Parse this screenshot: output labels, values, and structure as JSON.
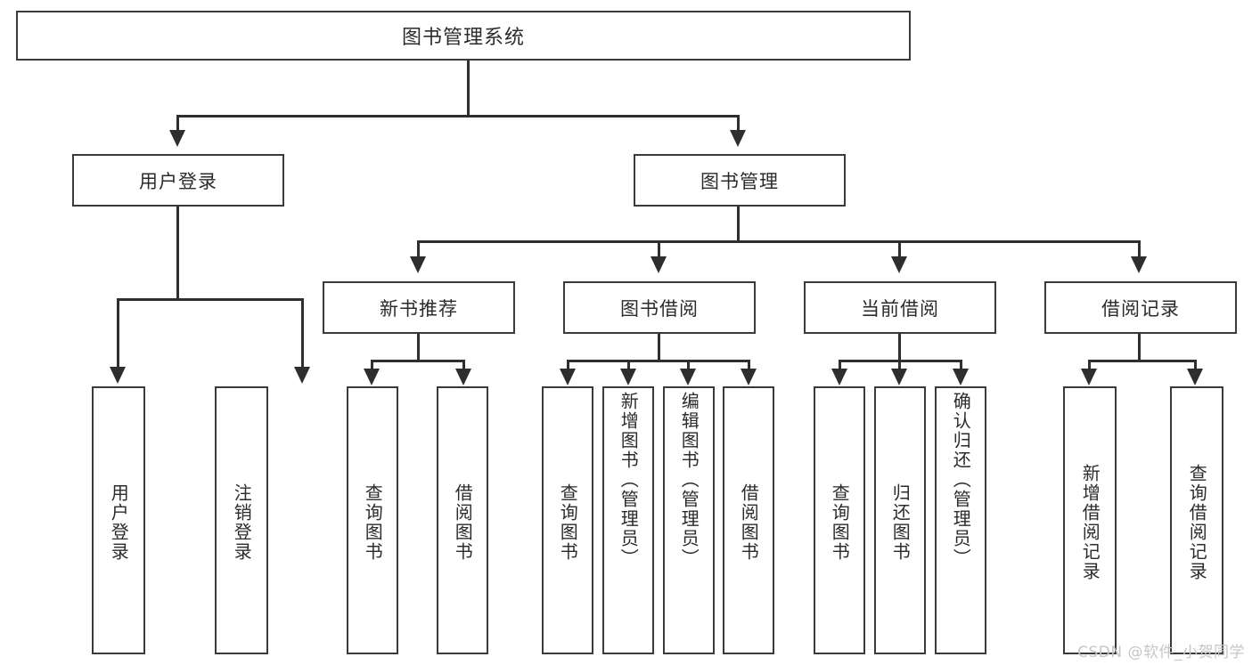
{
  "diagram": {
    "title": "图书管理系统",
    "type": "tree",
    "root": {
      "id": "root",
      "label": "图书管理系统",
      "orientation": "horizontal"
    },
    "level1": [
      {
        "id": "user-login",
        "label": "用户登录",
        "orientation": "horizontal"
      },
      {
        "id": "book-management",
        "label": "图书管理",
        "orientation": "horizontal"
      }
    ],
    "level2": [
      {
        "id": "new-book-recommendation",
        "label": "新书推荐",
        "parent": "book-management",
        "orientation": "horizontal"
      },
      {
        "id": "book-borrow",
        "label": "图书借阅",
        "parent": "book-management",
        "orientation": "horizontal"
      },
      {
        "id": "current-borrow",
        "label": "当前借阅",
        "parent": "book-management",
        "orientation": "horizontal"
      },
      {
        "id": "borrow-records",
        "label": "借阅记录",
        "parent": "book-management",
        "orientation": "horizontal"
      }
    ],
    "leaves": [
      {
        "id": "leaf-user-login",
        "label": "用户登录",
        "parent": "user-login",
        "orientation": "vertical"
      },
      {
        "id": "leaf-logout",
        "label": "注销登录",
        "parent": "user-login",
        "orientation": "vertical"
      },
      {
        "id": "leaf-query-book-rec",
        "label": "查询图书",
        "parent": "new-book-recommendation",
        "orientation": "vertical"
      },
      {
        "id": "leaf-borrow-book-rec",
        "label": "借阅图书",
        "parent": "new-book-recommendation",
        "orientation": "vertical"
      },
      {
        "id": "leaf-query-book-borrow",
        "label": "查询图书",
        "parent": "book-borrow",
        "orientation": "vertical"
      },
      {
        "id": "leaf-add-book",
        "label": "新增图书（管理员）",
        "parent": "book-borrow",
        "orientation": "vertical"
      },
      {
        "id": "leaf-edit-book",
        "label": "编辑图书（管理员）",
        "parent": "book-borrow",
        "orientation": "vertical"
      },
      {
        "id": "leaf-borrow-book",
        "label": "借阅图书",
        "parent": "book-borrow",
        "orientation": "vertical"
      },
      {
        "id": "leaf-query-book-current",
        "label": "查询图书",
        "parent": "current-borrow",
        "orientation": "vertical"
      },
      {
        "id": "leaf-return-book",
        "label": "归还图书",
        "parent": "current-borrow",
        "orientation": "vertical"
      },
      {
        "id": "leaf-confirm-return",
        "label": "确认归还（管理员）",
        "parent": "current-borrow",
        "orientation": "vertical"
      },
      {
        "id": "leaf-add-record",
        "label": "新增借阅记录",
        "parent": "borrow-records",
        "orientation": "vertical"
      },
      {
        "id": "leaf-query-record",
        "label": "查询借阅记录",
        "parent": "borrow-records",
        "orientation": "vertical"
      }
    ],
    "colors": {
      "box_border": "#3a3a3a",
      "connector": "#2e2e2e",
      "text": "#2b2b2b",
      "background": "#ffffff",
      "watermark": "#c6c6c6"
    }
  },
  "watermark": {
    "text": "CSDN @软件_小贺同学"
  }
}
